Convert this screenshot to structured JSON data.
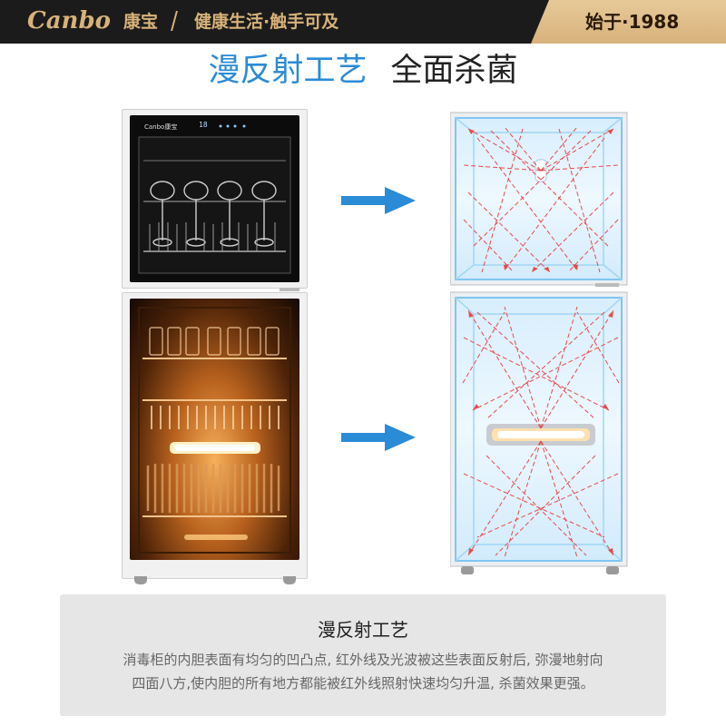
{
  "header": {
    "brand": "Canbo",
    "brand_cn": "康宝",
    "tagline": "健康生活·触手可及",
    "since": "始于·1988"
  },
  "heading": {
    "left": "漫反射工艺",
    "right": "全面杀菌"
  },
  "left_cabinet": {
    "top_logo": "Canbo康宝",
    "display_text": "18"
  },
  "info": {
    "title": "漫反射工艺",
    "line1": "消毒柜的内胆表面有均匀的凹凸点, 红外线及光波被这些表面反射后, 弥漫地射向",
    "line2": "四面八方,使内胆的所有地方都能被红外线照射快速均匀升温, 杀菌效果更强。"
  },
  "colors": {
    "accent_blue": "#2a8bd7",
    "gold": "#d8b279",
    "dark_bar": "#1b1b1b",
    "ray_red": "#e84a4a"
  }
}
